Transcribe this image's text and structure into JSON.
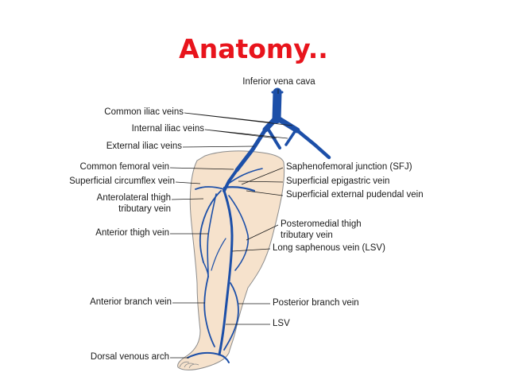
{
  "title": "Anatomy..",
  "colors": {
    "title": "#e8141c",
    "vein": "#1c4fa8",
    "vein_light": "#5d86c6",
    "skin": "#f6e2cc",
    "skin_outline": "#8c8c8c",
    "leader": "#1a1a1a"
  },
  "labels": {
    "ivc": "Inferior vena cava",
    "common_iliac": "Common iliac veins",
    "internal_iliac": "Internal iliac veins",
    "external_iliac": "External iliac veins",
    "common_femoral": "Common femoral vein",
    "superficial_circumflex": "Superficial circumflex vein",
    "anterolateral_1": "Anterolateral thigh",
    "anterolateral_2": "tributary vein",
    "anterior_thigh": "Anterior thigh vein",
    "anterior_branch": "Anterior branch vein",
    "dorsal_arch": "Dorsal venous arch",
    "sfj": "Saphenofemoral junction (SFJ)",
    "superficial_epigastric": "Superficial epigastric vein",
    "superficial_external_pudendal": "Superficial external pudendal vein",
    "posteromedial_1": "Posteromedial thigh",
    "posteromedial_2": "tributary vein",
    "lsv_long": "Long saphenous vein (LSV)",
    "posterior_branch": "Posterior branch vein",
    "lsv": "LSV"
  }
}
